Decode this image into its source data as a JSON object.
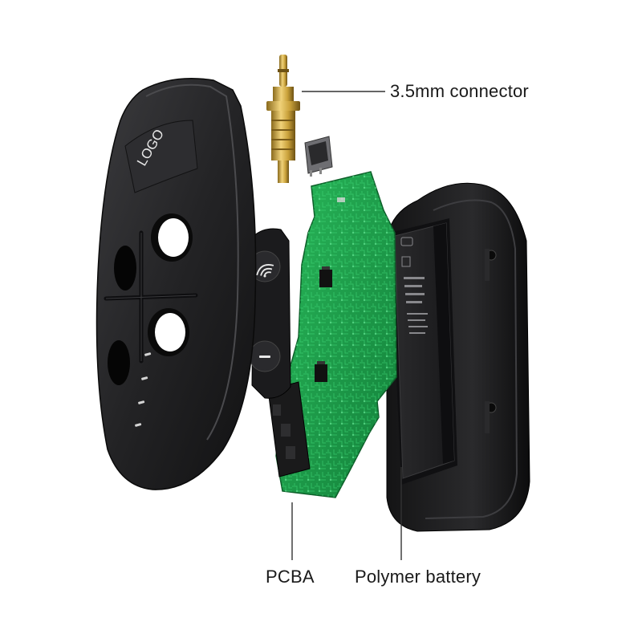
{
  "labels": {
    "connector": "3.5mm connector",
    "pcba": "PCBA",
    "battery": "Polymer battery"
  },
  "front_cover": {
    "logo_text": "LOGO"
  },
  "colors": {
    "housing": "#1c1c1e",
    "housing_highlight": "#3a3a3d",
    "pcb_green": "#1f9e4a",
    "pcb_trace": "#2fc866",
    "brass": "#c9a13a",
    "leader_line": "#333333"
  },
  "icons": {
    "wireless_button": "wifi-signal-icon",
    "power_button": "minus-icon"
  }
}
